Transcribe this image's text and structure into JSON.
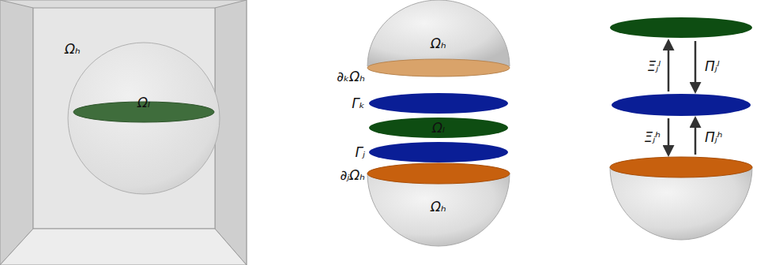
{
  "diagram": {
    "labels": [
      "Ωₕ",
      "Ωₗ",
      "Ωₕ",
      "∂ₖΩₕ",
      "Γₖ",
      "Ωₗ",
      "Γⱼ",
      "∂ⱼΩₕ",
      "Ωₕ",
      "Ξⱼˡ",
      "Πⱼˡ",
      "Ξⱼʰ",
      "Πⱼʰ"
    ]
  }
}
